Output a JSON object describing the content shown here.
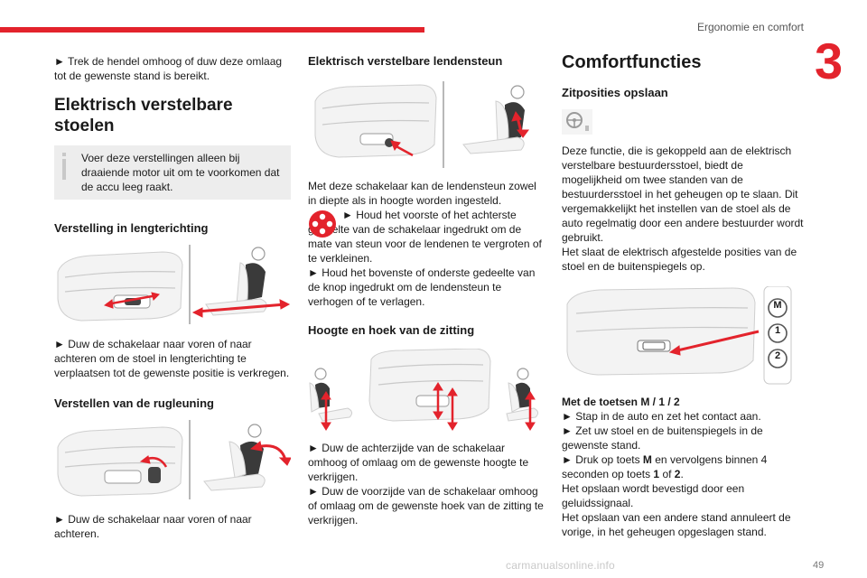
{
  "header": {
    "section_title": "Ergonomie en comfort",
    "chapter_number": "3"
  },
  "footer": {
    "page_number": "49",
    "watermark": "carmanualsonline.info"
  },
  "col1": {
    "intro": "► Trek de hendel omhoog of duw deze omlaag tot de gewenste stand is bereikt.",
    "title": "Elektrisch verstelbare stoelen",
    "note": "Voer deze verstellingen alleen bij draaiende motor uit om te voorkomen dat de accu leeg raakt.",
    "s1_title": "Verstelling in lengterichting",
    "s1_text": "► Duw de schakelaar naar voren of naar achteren om de stoel in lengterichting te verplaatsen tot de gewenste positie is verkregen.",
    "s2_title": "Verstellen van de rugleuning",
    "s2_text": "► Duw de schakelaar naar voren of naar achteren."
  },
  "col2": {
    "s1_title": "Elektrisch verstelbare lendensteun",
    "s1_intro": "Met deze schakelaar kan de lendensteun zowel in diepte als in hoogte worden ingesteld.",
    "s1_step1": "► Houd het voorste of het achterste gedeelte van de schakelaar ingedrukt om de mate van steun voor de lendenen te vergroten of te verkleinen.",
    "s1_step2": "► Houd het bovenste of onderste gedeelte van de knop ingedrukt om de lendensteun te verhogen of te verlagen.",
    "s2_title": "Hoogte en hoek van de zitting",
    "s2_text1": "► Duw de achterzijde van de schakelaar omhoog of omlaag om de gewenste hoogte te verkrijgen.",
    "s2_text2": "► Duw de voorzijde van de schakelaar omhoog of omlaag om de gewenste hoek van de zitting te verkrijgen."
  },
  "col3": {
    "title": "Comfortfuncties",
    "s1_title": "Zitposities opslaan",
    "intro": "Deze functie, die is gekoppeld aan de elektrisch verstelbare bestuurdersstoel, biedt de mogelijkheid om twee standen van de bestuurdersstoel in het geheugen op te slaan. Dit vergemakkelijkt het instellen van de stoel als de auto regelmatig door een andere bestuurder wordt gebruikt.",
    "intro2": "Het slaat de elektrisch afgestelde posities van de stoel en de buitenspiegels op.",
    "buttons": [
      "M",
      "1",
      "2"
    ],
    "keys_title": "Met de toetsen M / 1 / 2",
    "step1": "► Stap in de auto en zet het contact aan.",
    "step2": "► Zet uw stoel en de buitenspiegels in de gewenste stand.",
    "step3_a": "► Druk op toets ",
    "step3_m": "M",
    "step3_b": " en vervolgens binnen 4 seconden op toets ",
    "step3_1": "1",
    "step3_c": " of ",
    "step3_2": "2",
    "step3_d": ".",
    "confirm": "Het opslaan wordt bevestigd door een geluidssignaal.",
    "cancel": "Het opslaan van een andere stand annuleert de vorige, in het geheugen opgeslagen stand."
  },
  "colors": {
    "accent": "#e3232c",
    "note_bg": "#ededed"
  }
}
